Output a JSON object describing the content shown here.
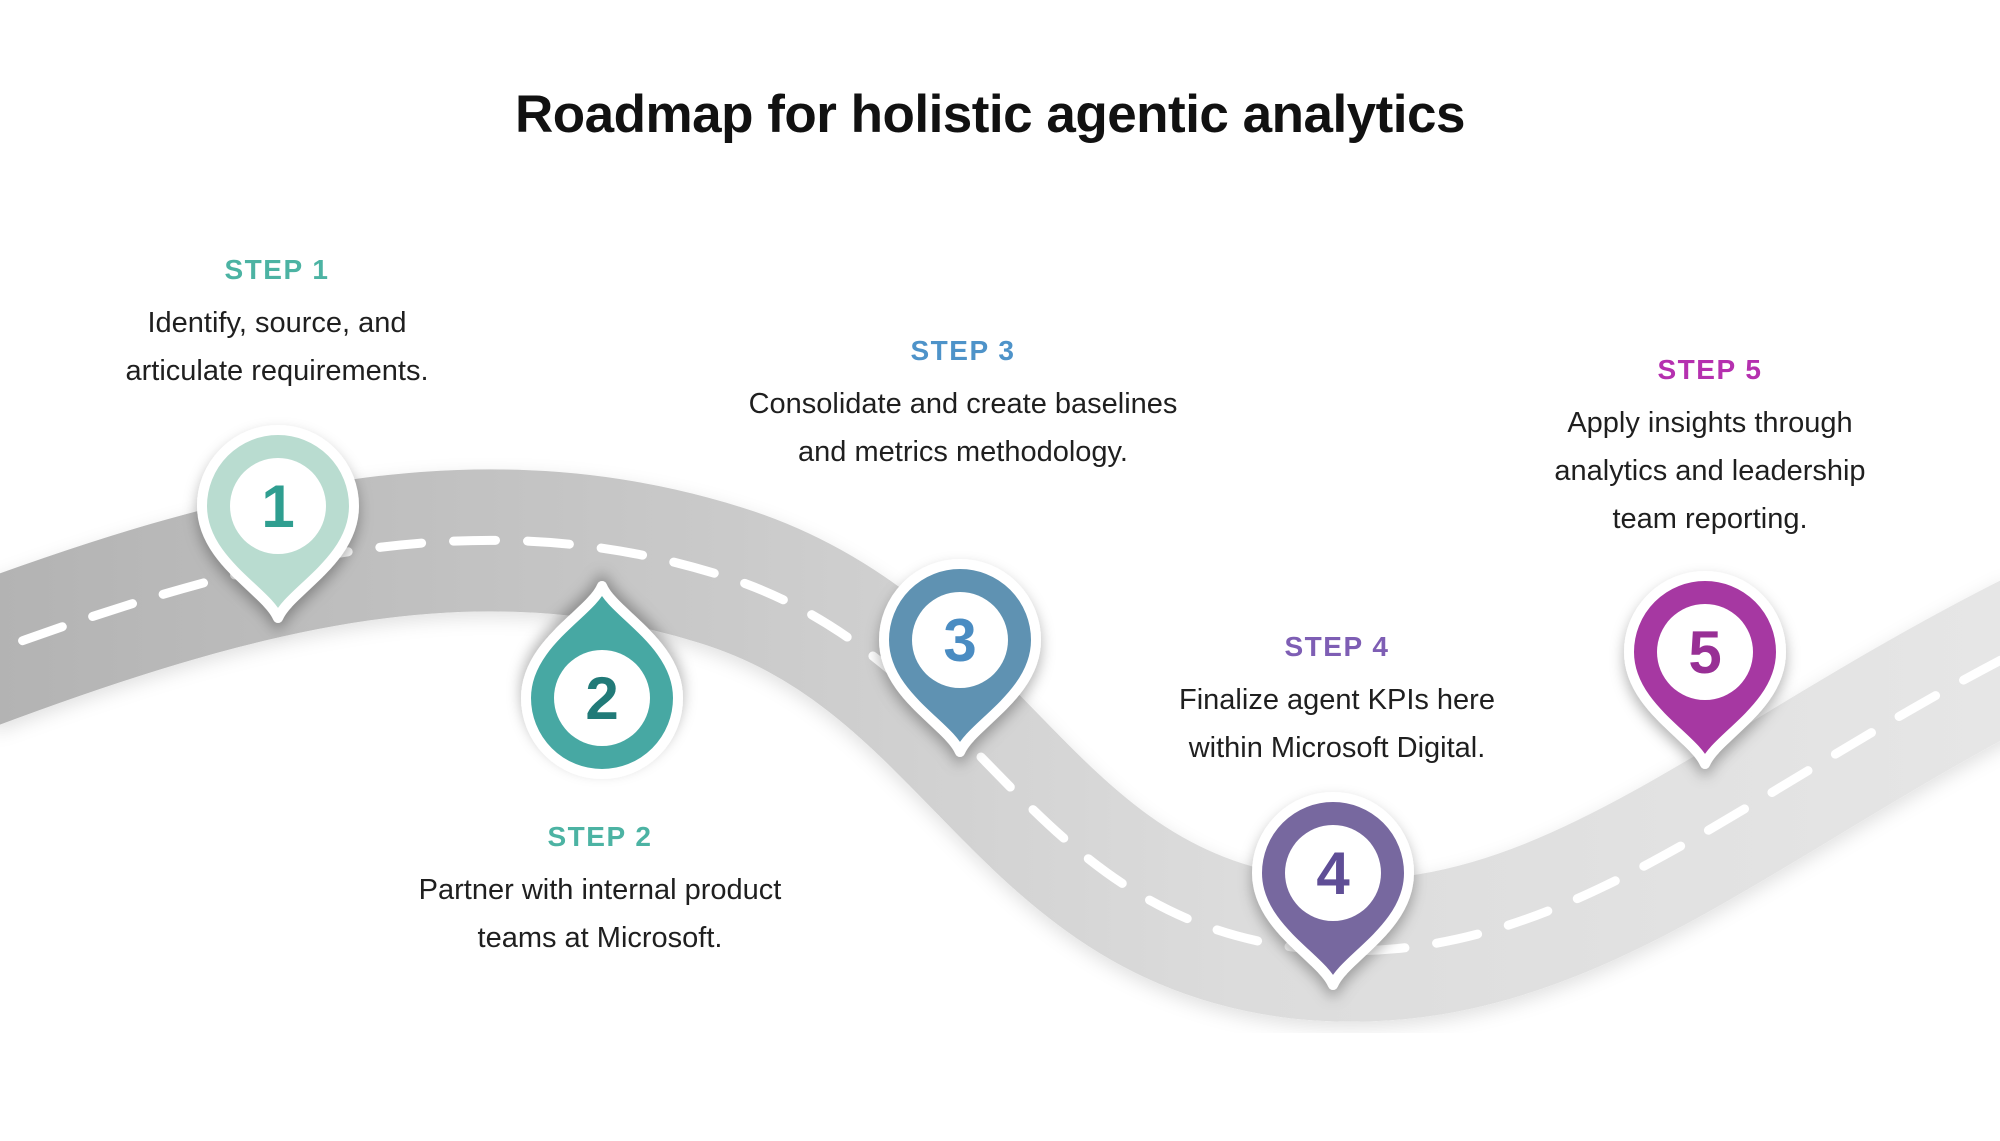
{
  "title": "Roadmap for holistic agentic analytics",
  "steps": [
    {
      "label": "STEP 1",
      "number": "1",
      "lines": [
        "Identify, source, and",
        "articulate requirements."
      ],
      "colors": {
        "accent": "#4cb3a3",
        "pin": "#b9dcd0",
        "number": "#2f9e90"
      }
    },
    {
      "label": "STEP 2",
      "number": "2",
      "lines": [
        "Partner with internal product",
        "teams at Microsoft."
      ],
      "colors": {
        "accent": "#4cb3a3",
        "pin": "#47a8a3",
        "number": "#217a78"
      }
    },
    {
      "label": "STEP 3",
      "number": "3",
      "lines": [
        "Consolidate and create baselines",
        "and metrics methodology."
      ],
      "colors": {
        "accent": "#4e93c9",
        "pin": "#5e92b2",
        "number": "#4a8cc2"
      }
    },
    {
      "label": "STEP 4",
      "number": "4",
      "lines": [
        "Finalize agent KPIs here",
        "within Microsoft Digital."
      ],
      "colors": {
        "accent": "#7e5eb4",
        "pin": "#77689f",
        "number": "#5f4e96"
      }
    },
    {
      "label": "STEP 5",
      "number": "5",
      "lines": [
        "Apply insights through",
        "analytics and leadership",
        "team reporting."
      ],
      "colors": {
        "accent": "#b530af",
        "pin": "#a638a2",
        "number": "#982f95"
      }
    }
  ],
  "road": {
    "dash_color": "#ffffff",
    "gradient": [
      "#b3b3b3",
      "#c9c9c9",
      "#dcdcdc",
      "#e6e6e6"
    ]
  }
}
